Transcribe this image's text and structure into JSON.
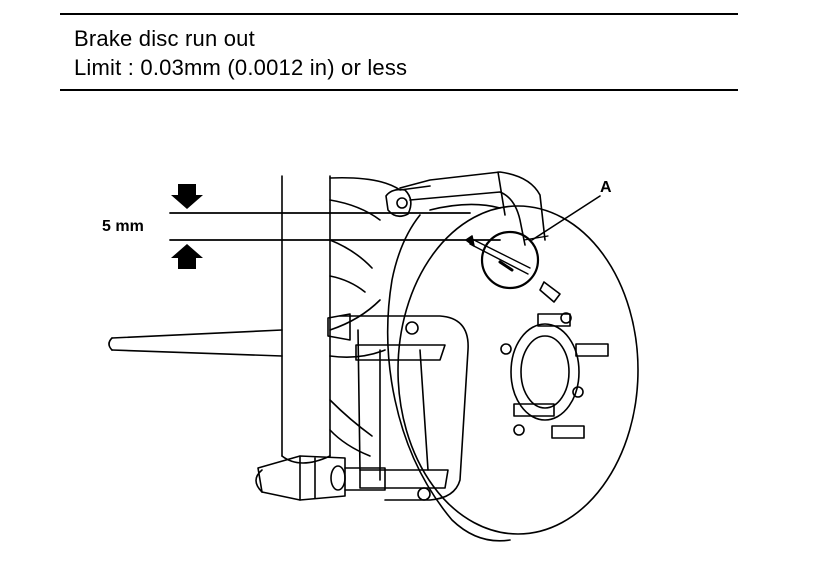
{
  "header": {
    "line1": "Brake disc run out",
    "line2": "Limit : 0.03mm (0.0012 in) or less"
  },
  "figure": {
    "dimension_label": "5 mm",
    "callout_label": "A",
    "icons": [
      "down-arrow-icon",
      "up-arrow-icon",
      "dial-indicator-icon"
    ]
  }
}
